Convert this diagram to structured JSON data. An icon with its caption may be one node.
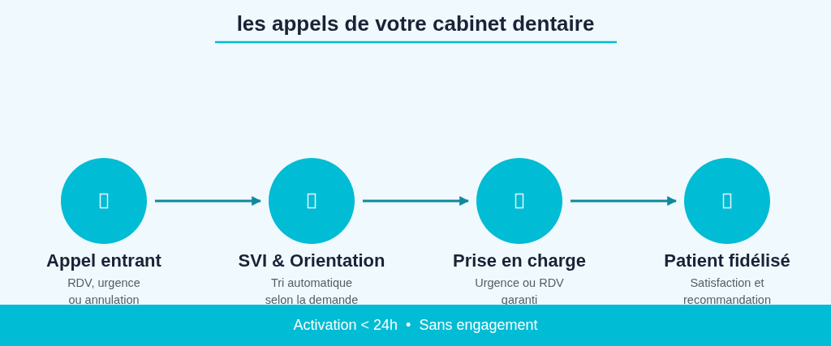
{
  "diagram": {
    "title": "les appels de votre cabinet dentaire",
    "nodes": [
      {
        "text": [
          "Appel entrant",
          "RDV, urgence ou annulation"
        ]
      },
      {
        "text": [
          "SVI & Orientation",
          "Tri automatique selon la demande"
        ]
      },
      {
        "text": [
          "Prise en charge",
          "Urgence ou RDV garanti"
        ]
      },
      {
        "text": [
          "Patient fidélisé",
          "Satisfaction et recommandation"
        ]
      }
    ],
    "edges": [
      {
        "from": 0,
        "to": 1,
        "arrow": "to"
      },
      {
        "from": 1,
        "to": 2,
        "arrow": "to"
      },
      {
        "from": 2,
        "to": 3,
        "arrow": "to"
      }
    ],
    "labels": [
      "Activation < 24h  •  Sans engagement"
    ]
  }
}
